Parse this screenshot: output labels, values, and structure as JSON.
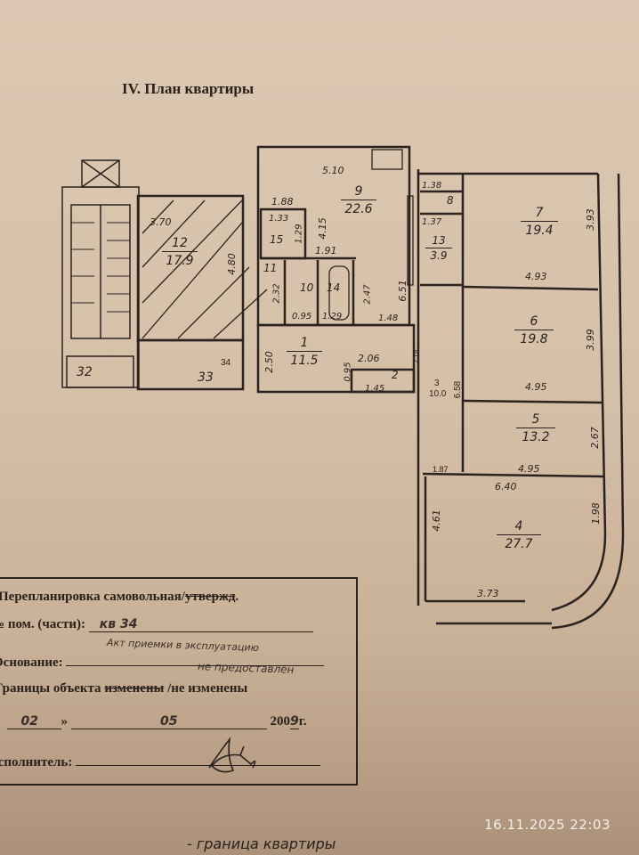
{
  "title": "IV. План квартиры",
  "rooms": [
    {
      "id": "9",
      "num": "9",
      "area": "22.6"
    },
    {
      "id": "12",
      "num": "12",
      "area": "17.9"
    },
    {
      "id": "7",
      "num": "7",
      "area": "19.4"
    },
    {
      "id": "6",
      "num": "6",
      "area": "19.8"
    },
    {
      "id": "5",
      "num": "5",
      "area": "13.2"
    },
    {
      "id": "4",
      "num": "4",
      "area": "27.7"
    },
    {
      "id": "1",
      "num": "1",
      "area": "11.5"
    },
    {
      "id": "13",
      "num": "13",
      "area": "3.9"
    }
  ],
  "labels": {
    "r15": "15",
    "r11": "11",
    "r10": "10",
    "r14": "14",
    "r2": "2",
    "r8": "8",
    "r32": "32",
    "r33": "33",
    "r34": "34",
    "r3": "3",
    "r3_area": "10.0",
    "r3_len": "6.58"
  },
  "dimensions": [
    "5.10",
    "1.88",
    "3.70",
    "1.33",
    "1.29",
    "4.15",
    "1.91",
    "4.80",
    "6.51",
    "2.32",
    "2.47",
    "0.95",
    "1.29",
    "1.48",
    "2.50",
    "2.06",
    "0.95",
    "2.18",
    "1.45",
    "1.38",
    "1.37",
    "3.93",
    "4.93",
    "3.99",
    "4.95",
    "2.67",
    "4.95",
    "6.40",
    "1.87",
    "4.61",
    "1.98",
    "3.73"
  ],
  "form": {
    "line1": "Перепланировка самовольная/",
    "line1_struck": "утвержд",
    "line1_end": ".",
    "line2_label": "№ пом. (части):",
    "line2_value": "кв 34",
    "line3_label": "Основание:",
    "line3_value_a": "Акт приемки в эксплуатацию",
    "line3_value_b": "не предоставлен",
    "line4_a": "Границы объекта",
    "line4_struck": "изменены",
    "line4_b": "/не изменены",
    "day": "02",
    "month": "05",
    "year_prefix": "200",
    "year_digit": "9",
    "year_suffix": "г.",
    "quote_open": "«",
    "quote_close": "»",
    "line6_label": "Исполнитель:",
    "signature": "signature"
  },
  "legend": "- граница квартиры",
  "timestamp": "16.11.2025 22:03"
}
